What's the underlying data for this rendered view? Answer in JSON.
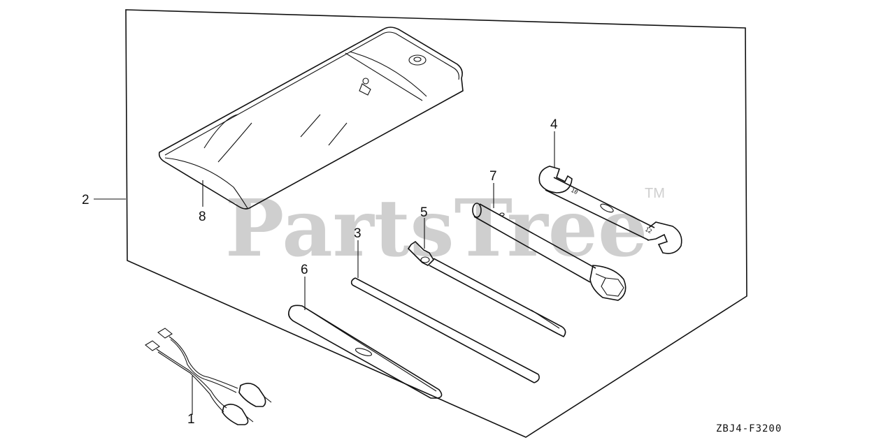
{
  "watermark": {
    "text": "PartsTree",
    "trademark": "TM"
  },
  "drawing_code": "ZBJ4-F3200",
  "callouts": [
    "1",
    "2",
    "3",
    "4",
    "5",
    "6",
    "7",
    "8"
  ]
}
